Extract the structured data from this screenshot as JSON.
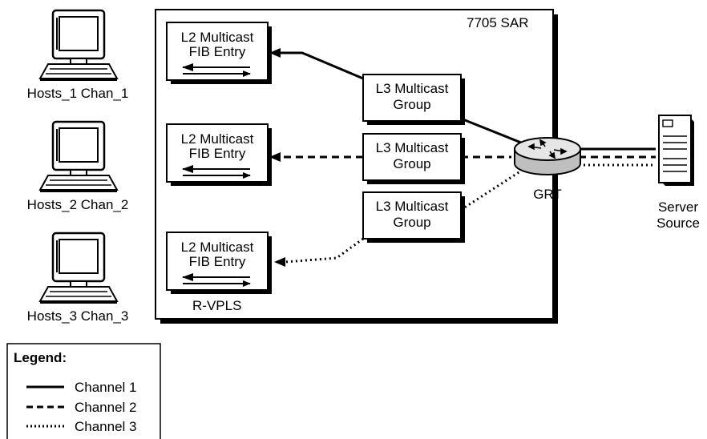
{
  "router_box_label": "7705 SAR",
  "rvpls_label": "R-VPLS",
  "grt_label": "GRT",
  "server_label": [
    "Server",
    "Source"
  ],
  "hosts": [
    {
      "label": "Hosts_1 Chan_1"
    },
    {
      "label": "Hosts_2 Chan_2"
    },
    {
      "label": "Hosts_3 Chan_3"
    }
  ],
  "l2_entries": [
    {
      "line1": "L2 Multicast",
      "line2": "FIB Entry"
    },
    {
      "line1": "L2 Multicast",
      "line2": "FIB Entry"
    },
    {
      "line1": "L2 Multicast",
      "line2": "FIB Entry"
    }
  ],
  "l3_groups": [
    {
      "line1": "L3 Multicast",
      "line2": "Group"
    },
    {
      "line1": "L3 Multicast",
      "line2": "Group"
    },
    {
      "line1": "L3 Multicast",
      "line2": "Group"
    }
  ],
  "legend": {
    "title": "Legend:",
    "items": [
      {
        "label": "Channel 1",
        "style": "solid"
      },
      {
        "label": "Channel 2",
        "style": "dashed"
      },
      {
        "label": "Channel 3",
        "style": "dotted"
      }
    ]
  },
  "colors": {
    "line": "#000000",
    "background": "#ffffff",
    "router_fill": "#d9d9d9"
  },
  "icons": [
    "computer-icon",
    "router-icon",
    "server-icon"
  ]
}
